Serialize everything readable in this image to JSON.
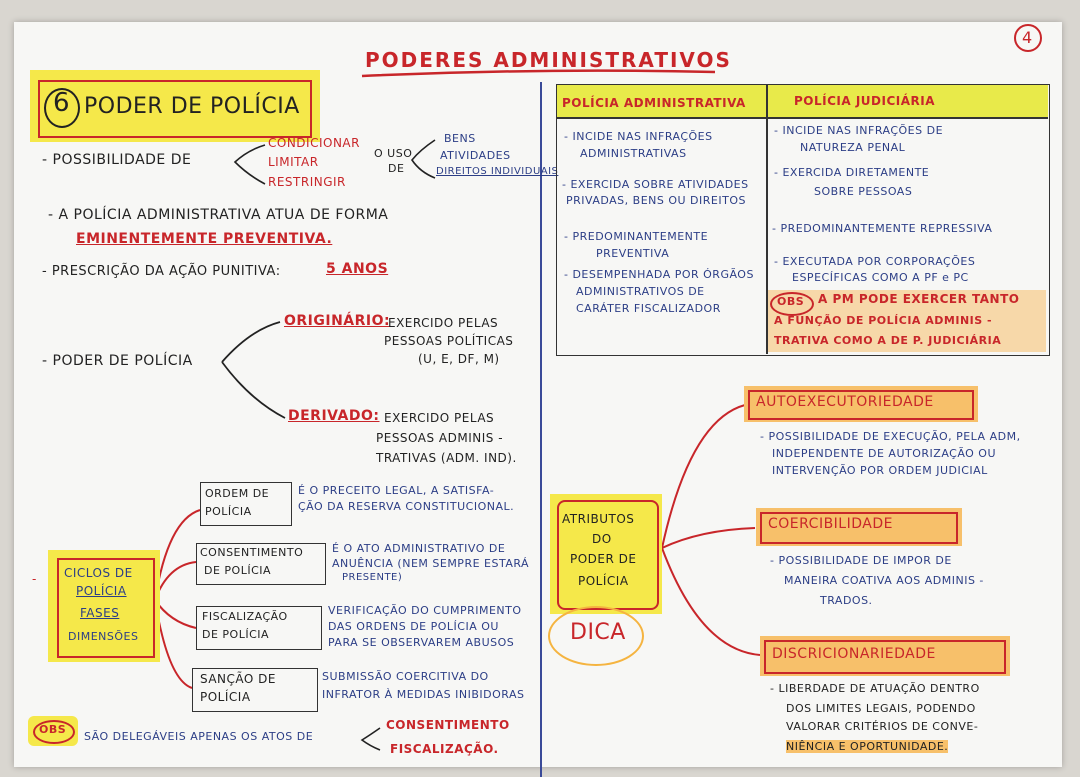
{
  "page_number": "4",
  "title": "PODERES ADMINISTRATIVOS",
  "section": {
    "number": "6",
    "title": "PODER DE POLÍCIA"
  },
  "possibilidade": {
    "lead": "- POSSIBILIDADE DE",
    "verbs": [
      "CONDICIONAR",
      "LIMITAR",
      "RESTRINGIR"
    ],
    "middle": [
      "O USO",
      "DE"
    ],
    "objects": [
      "BENS",
      "ATIVIDADES",
      "DIREITOS INDIVIDUAIS"
    ]
  },
  "atua": {
    "line1": "- A POLÍCIA ADMINISTRATIVA ATUA DE FORMA",
    "line2": "EMINENTEMENTE PREVENTIVA."
  },
  "prescricao": {
    "label": "- PRESCRIÇÃO DA AÇÃO PUNITIVA:",
    "value": "5 ANOS"
  },
  "poder_policia": {
    "label": "- PODER DE POLÍCIA",
    "originario": {
      "label": "ORIGINÁRIO:",
      "lines": [
        "EXERCIDO PELAS",
        "PESSOAS POLÍTICAS",
        "(U, E, DF, M)"
      ]
    },
    "derivado": {
      "label": "DERIVADO:",
      "lines": [
        "EXERCIDO PELAS",
        "PESSOAS ADMINIS -",
        "TRATIVAS (ADM. IND)."
      ]
    }
  },
  "ciclos": {
    "label": [
      "CICLOS DE",
      "POLÍCIA",
      "FASES",
      "DIMENSÕES"
    ],
    "items": [
      {
        "name": [
          "ORDEM DE",
          "POLÍCIA"
        ],
        "desc": [
          "É O PRECEITO LEGAL, A SATISFA-",
          "ÇÃO DA RESERVA CONSTITUCIONAL."
        ]
      },
      {
        "name": [
          "CONSENTIMENTO",
          "DE POLÍCIA"
        ],
        "desc": [
          "É O ATO ADMINISTRATIVO DE",
          "ANUÊNCIA (NEM SEMPRE ESTARÁ",
          "PRESENTE)"
        ]
      },
      {
        "name": [
          "FISCALIZAÇÃO",
          "DE POLÍCIA"
        ],
        "desc": [
          "VERIFICAÇÃO DO CUMPRIMENTO",
          "DAS ORDENS DE POLÍCIA OU",
          "PARA SE OBSERVAREM ABUSOS"
        ]
      },
      {
        "name": [
          "SANÇÃO DE",
          "POLÍCIA"
        ],
        "desc": [
          "SUBMISSÃO COERCITIVA DO",
          "INFRATOR À MEDIDAS INIBIDORAS"
        ]
      }
    ]
  },
  "obs_bottom": {
    "badge": "OBS",
    "text": "SÃO DELEGÁVEIS APENAS OS ATOS DE",
    "items": [
      "CONSENTIMENTO",
      "FISCALIZAÇÃO."
    ]
  },
  "table": {
    "headers": [
      "POLÍCIA ADMINISTRATIVA",
      "POLÍCIA JUDICIÁRIA"
    ],
    "left": [
      [
        "- INCIDE NAS INFRAÇÕES",
        "ADMINISTRATIVAS"
      ],
      [
        "- EXERCIDA SOBRE ATIVIDADES",
        "PRIVADAS, BENS OU DIREITOS"
      ],
      [
        "- PREDOMINANTEMENTE",
        "PREVENTIVA"
      ],
      [
        "- DESEMPENHADA POR ÓRGÃOS",
        "ADMINISTRATIVOS DE",
        "CARÁTER FISCALIZADOR"
      ]
    ],
    "right": [
      [
        "- INCIDE NAS INFRAÇÕES DE",
        "NATUREZA PENAL"
      ],
      [
        "- EXERCIDA DIRETAMENTE",
        "SOBRE PESSOAS"
      ],
      [
        "- PREDOMINANTEMENTE REPRESSIVA"
      ],
      [
        "- EXECUTADA POR CORPORAÇÕES",
        "ESPECÍFICAS COMO A PF e PC"
      ]
    ],
    "obs": {
      "badge": "OBS",
      "lines": [
        "A PM PODE EXERCER TANTO",
        "A FUNÇÃO DE POLÍCIA ADMINIS -",
        "TRATIVA COMO A DE P. JUDICIÁRIA"
      ]
    }
  },
  "atributos": {
    "center": [
      "ATRIBUTOS",
      "DO",
      "PODER DE",
      "POLÍCIA"
    ],
    "dica": "DICA",
    "items": [
      {
        "title": "AUTOEXECUTORIEDADE",
        "lines": [
          "- POSSIBILIDADE DE EXECUÇÃO, PELA ADM,",
          "INDEPENDENTE DE AUTORIZAÇÃO OU",
          "INTERVENÇÃO POR ORDEM JUDICIAL"
        ]
      },
      {
        "title": "COERCIBILIDADE",
        "lines": [
          "- POSSIBILIDADE DE IMPOR DE",
          "MANEIRA COATIVA AOS ADMINIS -",
          "TRADOS."
        ]
      },
      {
        "title": "DISCRICIONARIEDADE",
        "lines": [
          "- LIBERDADE DE ATUAÇÃO DENTRO",
          "DOS LIMITES LEGAIS, PODENDO",
          "VALORAR CRITÉRIOS DE CONVE-",
          "NIÊNCIA E OPORTUNIDADE."
        ]
      }
    ]
  },
  "colors": {
    "red": "#c8262a",
    "blue": "#2c3e86",
    "yellow": "#f5e84a",
    "orange": "#f7c06a"
  }
}
